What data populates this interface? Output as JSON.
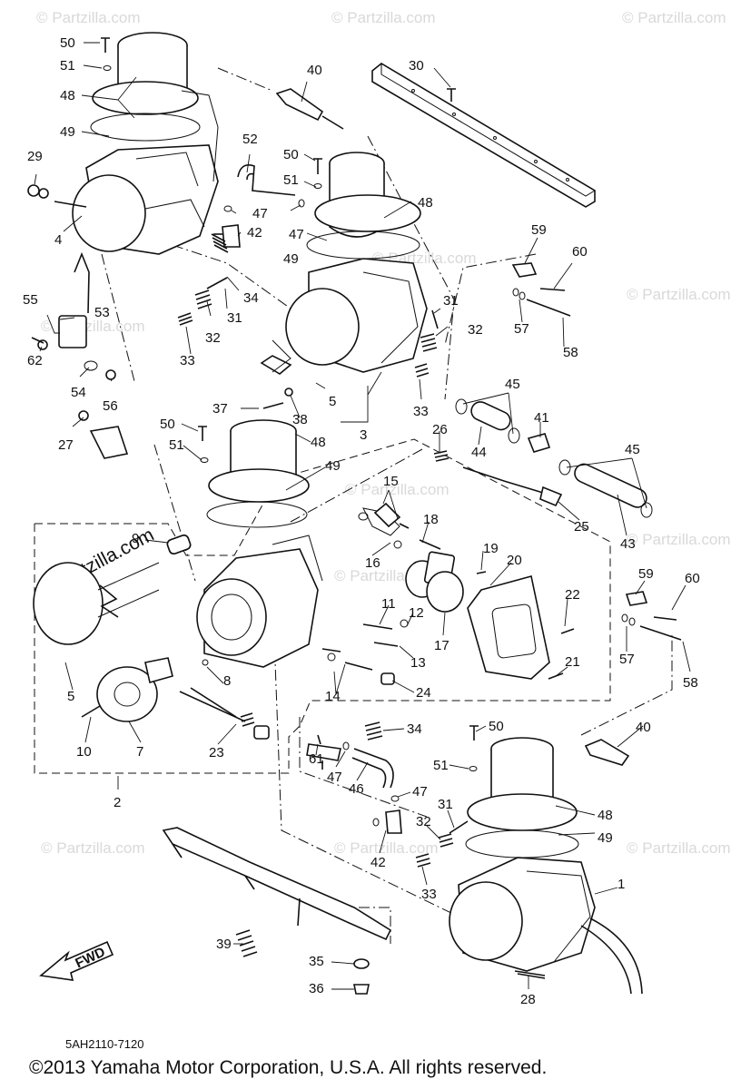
{
  "diagram_code": "5AH2110-7120",
  "copyright": "©2013  Yamaha Motor Corporation, U.S.A. All rights reserved.",
  "watermark": "© Partzilla.com",
  "watermark_brand": "Partzilla.com",
  "fwd_label": "FWD",
  "callouts": [
    "50",
    "51",
    "48",
    "49",
    "29",
    "4",
    "55",
    "62",
    "53",
    "54",
    "56",
    "40",
    "30",
    "52",
    "50",
    "51",
    "47",
    "48",
    "42",
    "47",
    "49",
    "34",
    "31",
    "32",
    "33",
    "31",
    "32",
    "33",
    "59",
    "60",
    "57",
    "58",
    "5",
    "3",
    "37",
    "38",
    "45",
    "41",
    "44",
    "45",
    "25",
    "43",
    "27",
    "50",
    "51",
    "48",
    "49",
    "26",
    "15",
    "18",
    "16",
    "19",
    "20",
    "9",
    "59",
    "60",
    "57",
    "58",
    "11",
    "12",
    "13",
    "17",
    "22",
    "21",
    "14",
    "24",
    "8",
    "5",
    "10",
    "7",
    "23",
    "34",
    "2",
    "40",
    "50",
    "51",
    "61",
    "47",
    "46",
    "47",
    "48",
    "31",
    "49",
    "32",
    "42",
    "33",
    "1",
    "39",
    "35",
    "36",
    "28"
  ]
}
